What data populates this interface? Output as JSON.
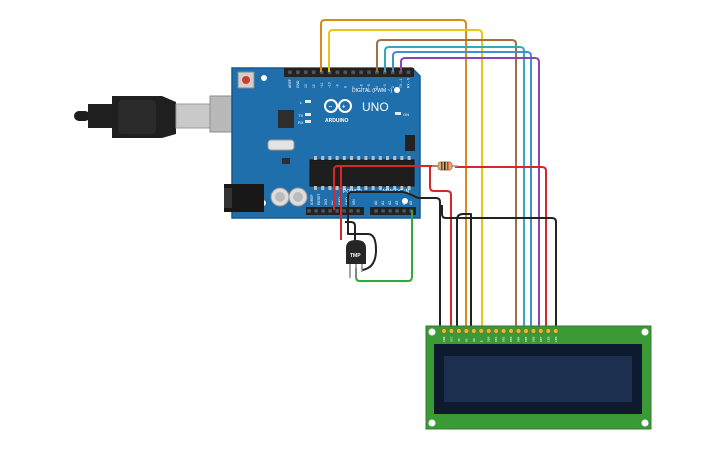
{
  "board": {
    "brand": "ARDUINO",
    "model": "UNO",
    "digital_header_label": "DIGITAL (PWM ~)",
    "power_label": "POWER",
    "analog_label": "ANALOG IN",
    "on_label": "ON",
    "l_label": "L",
    "tx_label": "TX",
    "rx_label": "RX",
    "aref_label": "AREF",
    "gnd_label": "GND",
    "ioref_label": "IOREF",
    "reset_label": "RESET",
    "v33_label": "3V3",
    "v5_label": "5V",
    "vin_label": "VIN",
    "analog_pins": [
      "A0",
      "A1",
      "A2",
      "A3",
      "A4",
      "A5"
    ],
    "digital_pins": [
      "13",
      "12",
      "~11",
      "~10",
      "~9",
      "8",
      "7",
      "~6",
      "~5",
      "4",
      "~3",
      "2",
      "TX→1",
      "RX←0"
    ]
  },
  "sensor": {
    "label": "TMP"
  },
  "lcd": {
    "pin_labels": [
      "GND",
      "VCC",
      "V0",
      "RS",
      "RW",
      "E",
      "DB0",
      "DB1",
      "DB2",
      "DB3",
      "DB4",
      "DB5",
      "DB6",
      "DB7",
      "LED",
      "LED"
    ],
    "display_text": ""
  },
  "wire_colors": {
    "orange": "#d98a1a",
    "yellow": "#e6c619",
    "brown": "#a07045",
    "teal": "#3aa6b8",
    "blue": "#3d8fd6",
    "purple": "#8e44ad",
    "red": "#d62828",
    "black": "#222222",
    "green": "#2faa3c"
  },
  "colors": {
    "board": "#1f6fad",
    "board_dark": "#155a8f",
    "lcd_pcb": "#3b9a35",
    "lcd_screen": "#1c2f4e"
  }
}
